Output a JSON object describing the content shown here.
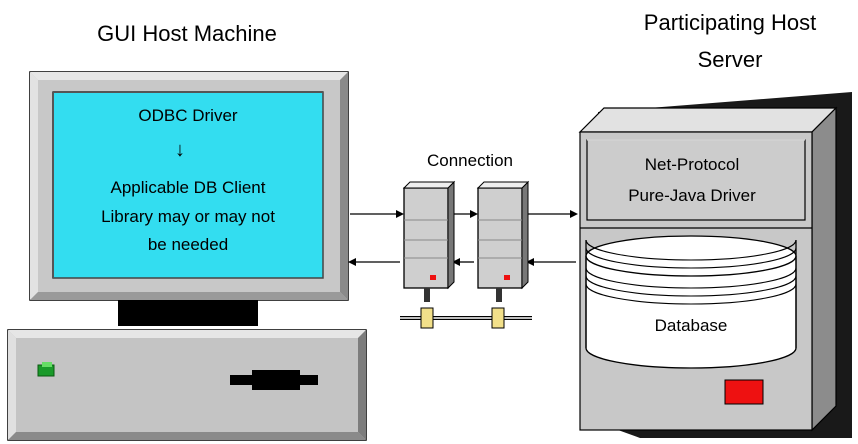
{
  "left_title": "GUI Host Machine",
  "right_title": [
    "Participating Host",
    "Server"
  ],
  "screen_text": {
    "line1": "ODBC Driver",
    "arrow": "↓",
    "line2": "Applicable DB Client",
    "line3": "Library may or may not",
    "line4": "be needed"
  },
  "connection_label": "Connection",
  "server_text": [
    "Net-Protocol",
    "Pure-Java Driver"
  ],
  "database_label": "Database",
  "colors": {
    "screen": "#33ddf0",
    "monitor": "#c8c8c8",
    "monitor_dark": "#7a7a7a",
    "led_green": "#1a9a2a",
    "server_led_red": "#ee1111",
    "connector_yellow": "#f2e08a",
    "arrow": "#000000"
  }
}
